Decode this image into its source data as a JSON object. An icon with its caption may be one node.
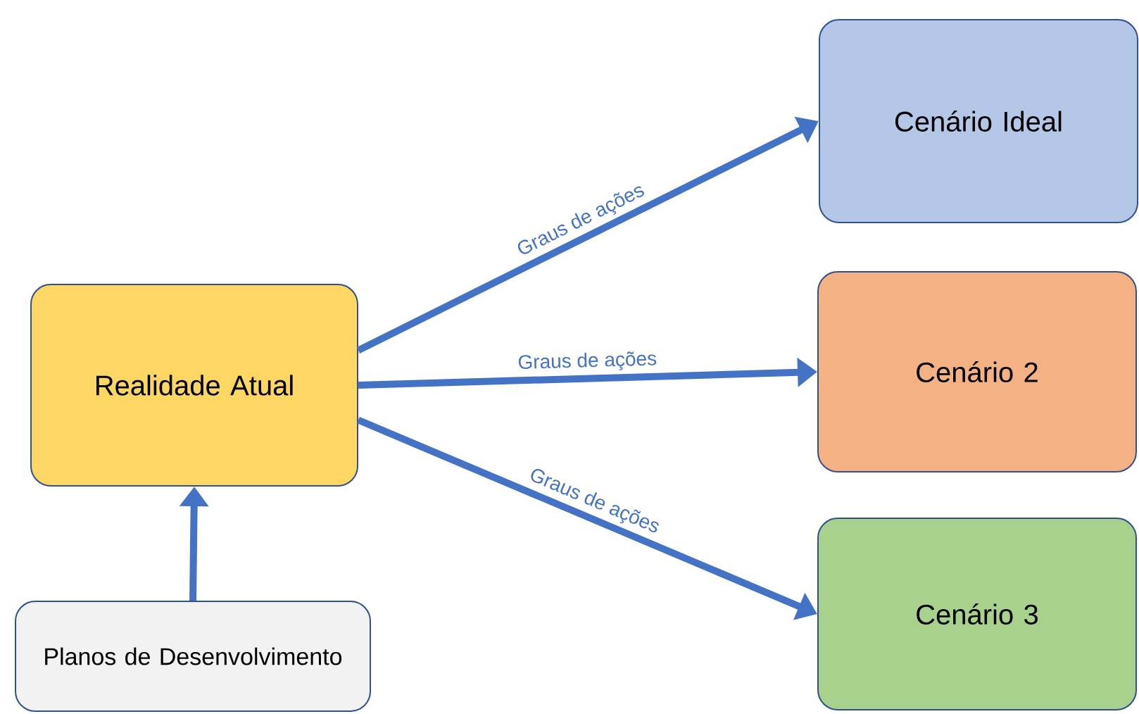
{
  "diagram": {
    "nodes": [
      {
        "text": [
          "Realidade Atual"
        ]
      },
      {
        "text": [
          "Cenário Ideal"
        ]
      },
      {
        "text": [
          "Cenário 2"
        ]
      },
      {
        "text": [
          "Cenário 3"
        ]
      },
      {
        "text": [
          "Planos de Desenvolvimento"
        ]
      }
    ],
    "edges": [
      {
        "from": 0,
        "to": 1,
        "arrow": "to",
        "label": "Graus de ações"
      },
      {
        "from": 0,
        "to": 2,
        "arrow": "to",
        "label": "Graus de ações"
      },
      {
        "from": 0,
        "to": 3,
        "arrow": "to",
        "label": "Graus de ações"
      },
      {
        "from": 4,
        "to": 0,
        "arrow": "to"
      }
    ]
  }
}
